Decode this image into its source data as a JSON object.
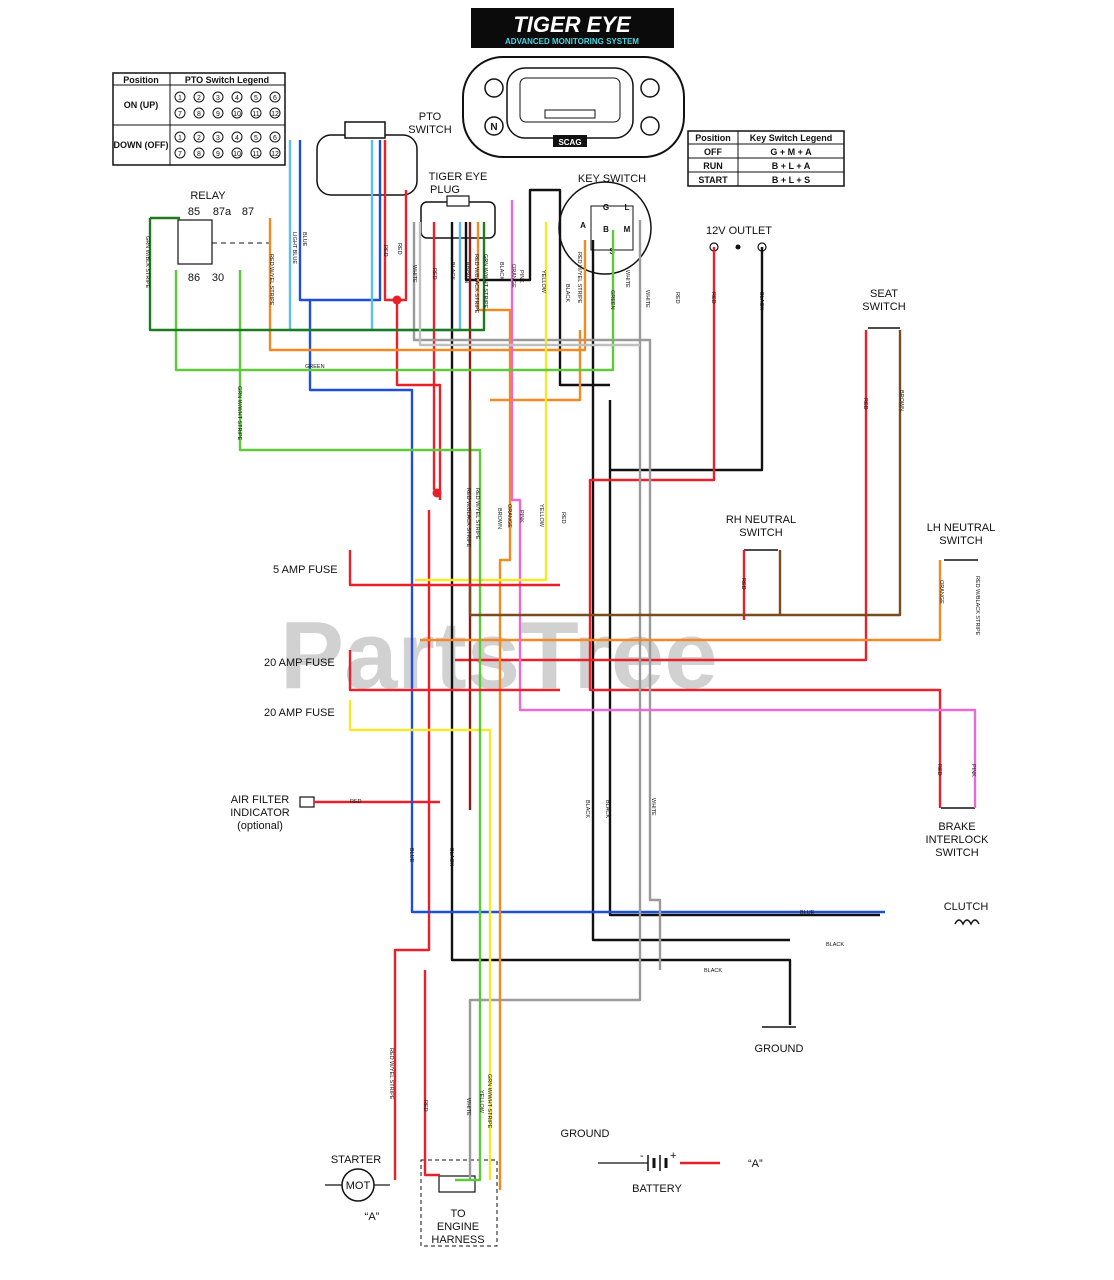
{
  "logo": {
    "title": "TIGER EYE",
    "subtitle": "ADVANCED MONITORING SYSTEM",
    "panel_badge": "SCAG"
  },
  "pto_legend": {
    "headers": [
      "Position",
      "PTO Switch Legend"
    ],
    "rows": [
      {
        "position": "ON (UP)",
        "top": [
          "1",
          "2",
          "3",
          "4",
          "5",
          "6"
        ],
        "bottom": [
          "7",
          "8",
          "9",
          "10",
          "11",
          "12"
        ]
      },
      {
        "position": "DOWN (OFF)",
        "top": [
          "1",
          "2",
          "3",
          "4",
          "5",
          "6"
        ],
        "bottom": [
          "7",
          "8",
          "9",
          "10",
          "11",
          "12"
        ]
      }
    ]
  },
  "key_legend": {
    "headers": [
      "Position",
      "Key Switch Legend"
    ],
    "rows": [
      {
        "position": "OFF",
        "value": "G + M + A"
      },
      {
        "position": "RUN",
        "value": "B + L + A"
      },
      {
        "position": "START",
        "value": "B + L + S"
      }
    ]
  },
  "components": {
    "pto_switch": "PTO SWITCH",
    "tiger_eye_plug": "TIGER EYE PLUG",
    "key_switch": "KEY SWITCH",
    "relay": "RELAY",
    "relay_pins": [
      "85",
      "87a",
      "87",
      "86",
      "30"
    ],
    "outlet": "12V OUTLET",
    "seat_switch": "SEAT SWITCH",
    "rh_neutral": "RH NEUTRAL SWITCH",
    "lh_neutral": "LH NEUTRAL SWITCH",
    "brake_interlock": "BRAKE INTERLOCK SWITCH",
    "clutch": "CLUTCH",
    "ground": "GROUND",
    "ground2": "GROUND",
    "battery": "BATTERY",
    "starter": "STARTER",
    "starter_symbol": "MOT",
    "engine_harness": "TO ENGINE HARNESS",
    "fuse_5": "5 AMP FUSE",
    "fuse_20a": "20 AMP FUSE",
    "fuse_20b": "20 AMP FUSE",
    "air_filter": "AIR FILTER INDICATOR",
    "air_filter_note": "(optional)",
    "point_a": "“A”",
    "point_a2": "“A”",
    "key_terminals": [
      "G",
      "A",
      "L",
      "B",
      "M",
      "S"
    ]
  },
  "wire_labels": {
    "blue": "BLUE",
    "light_blue": "LIGHT BLUE",
    "red": "RED",
    "white": "WHITE",
    "black": "BLACK",
    "orange": "ORANGE",
    "pink": "PINK",
    "yellow": "YELLOW",
    "green": "GREEN",
    "brown": "BROWN",
    "grn_blk": "GRN W/BLK STRIPE",
    "grn_wht": "GRN W/WHT STRIPE",
    "red_yel": "RED W/YEL STRIPE",
    "red_blk": "RED W/BLACK STRIPE"
  },
  "watermark": "PartsTree",
  "colors": {
    "red": "#e8202a",
    "dark_red": "#8b1a1a",
    "blue": "#1f4fd8",
    "light_blue": "#5bc0eb",
    "black": "#111111",
    "white_wire": "#9a9a9a",
    "orange": "#f08a24",
    "pink": "#e96ad6",
    "yellow": "#f2ea2a",
    "green": "#5ec93a",
    "dark_green": "#1f7a1f",
    "brown": "#7a4b1e",
    "gray": "#bfbfbf"
  }
}
